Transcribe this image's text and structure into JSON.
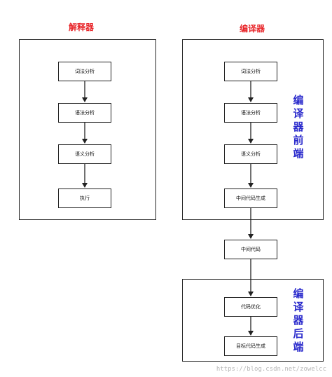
{
  "interpreter": {
    "title": "解释器",
    "steps": [
      "词法分析",
      "语法分析",
      "语义分析",
      "执行"
    ]
  },
  "compiler": {
    "title": "编译器",
    "frontend": {
      "label": [
        "编",
        "译",
        "器",
        "前",
        "端"
      ],
      "steps": [
        "词法分析",
        "语法分析",
        "语义分析",
        "中间代码生成"
      ]
    },
    "intermediate": "中间代码",
    "backend": {
      "label": [
        "编",
        "译",
        "器",
        "后",
        "端"
      ],
      "steps": [
        "代码优化",
        "目标代码生成"
      ]
    }
  },
  "colors": {
    "title": "#e8262a",
    "section_label": "#2b2bcc",
    "stroke": "#222222"
  },
  "watermark": "https://blog.csdn.net/zowelcc"
}
